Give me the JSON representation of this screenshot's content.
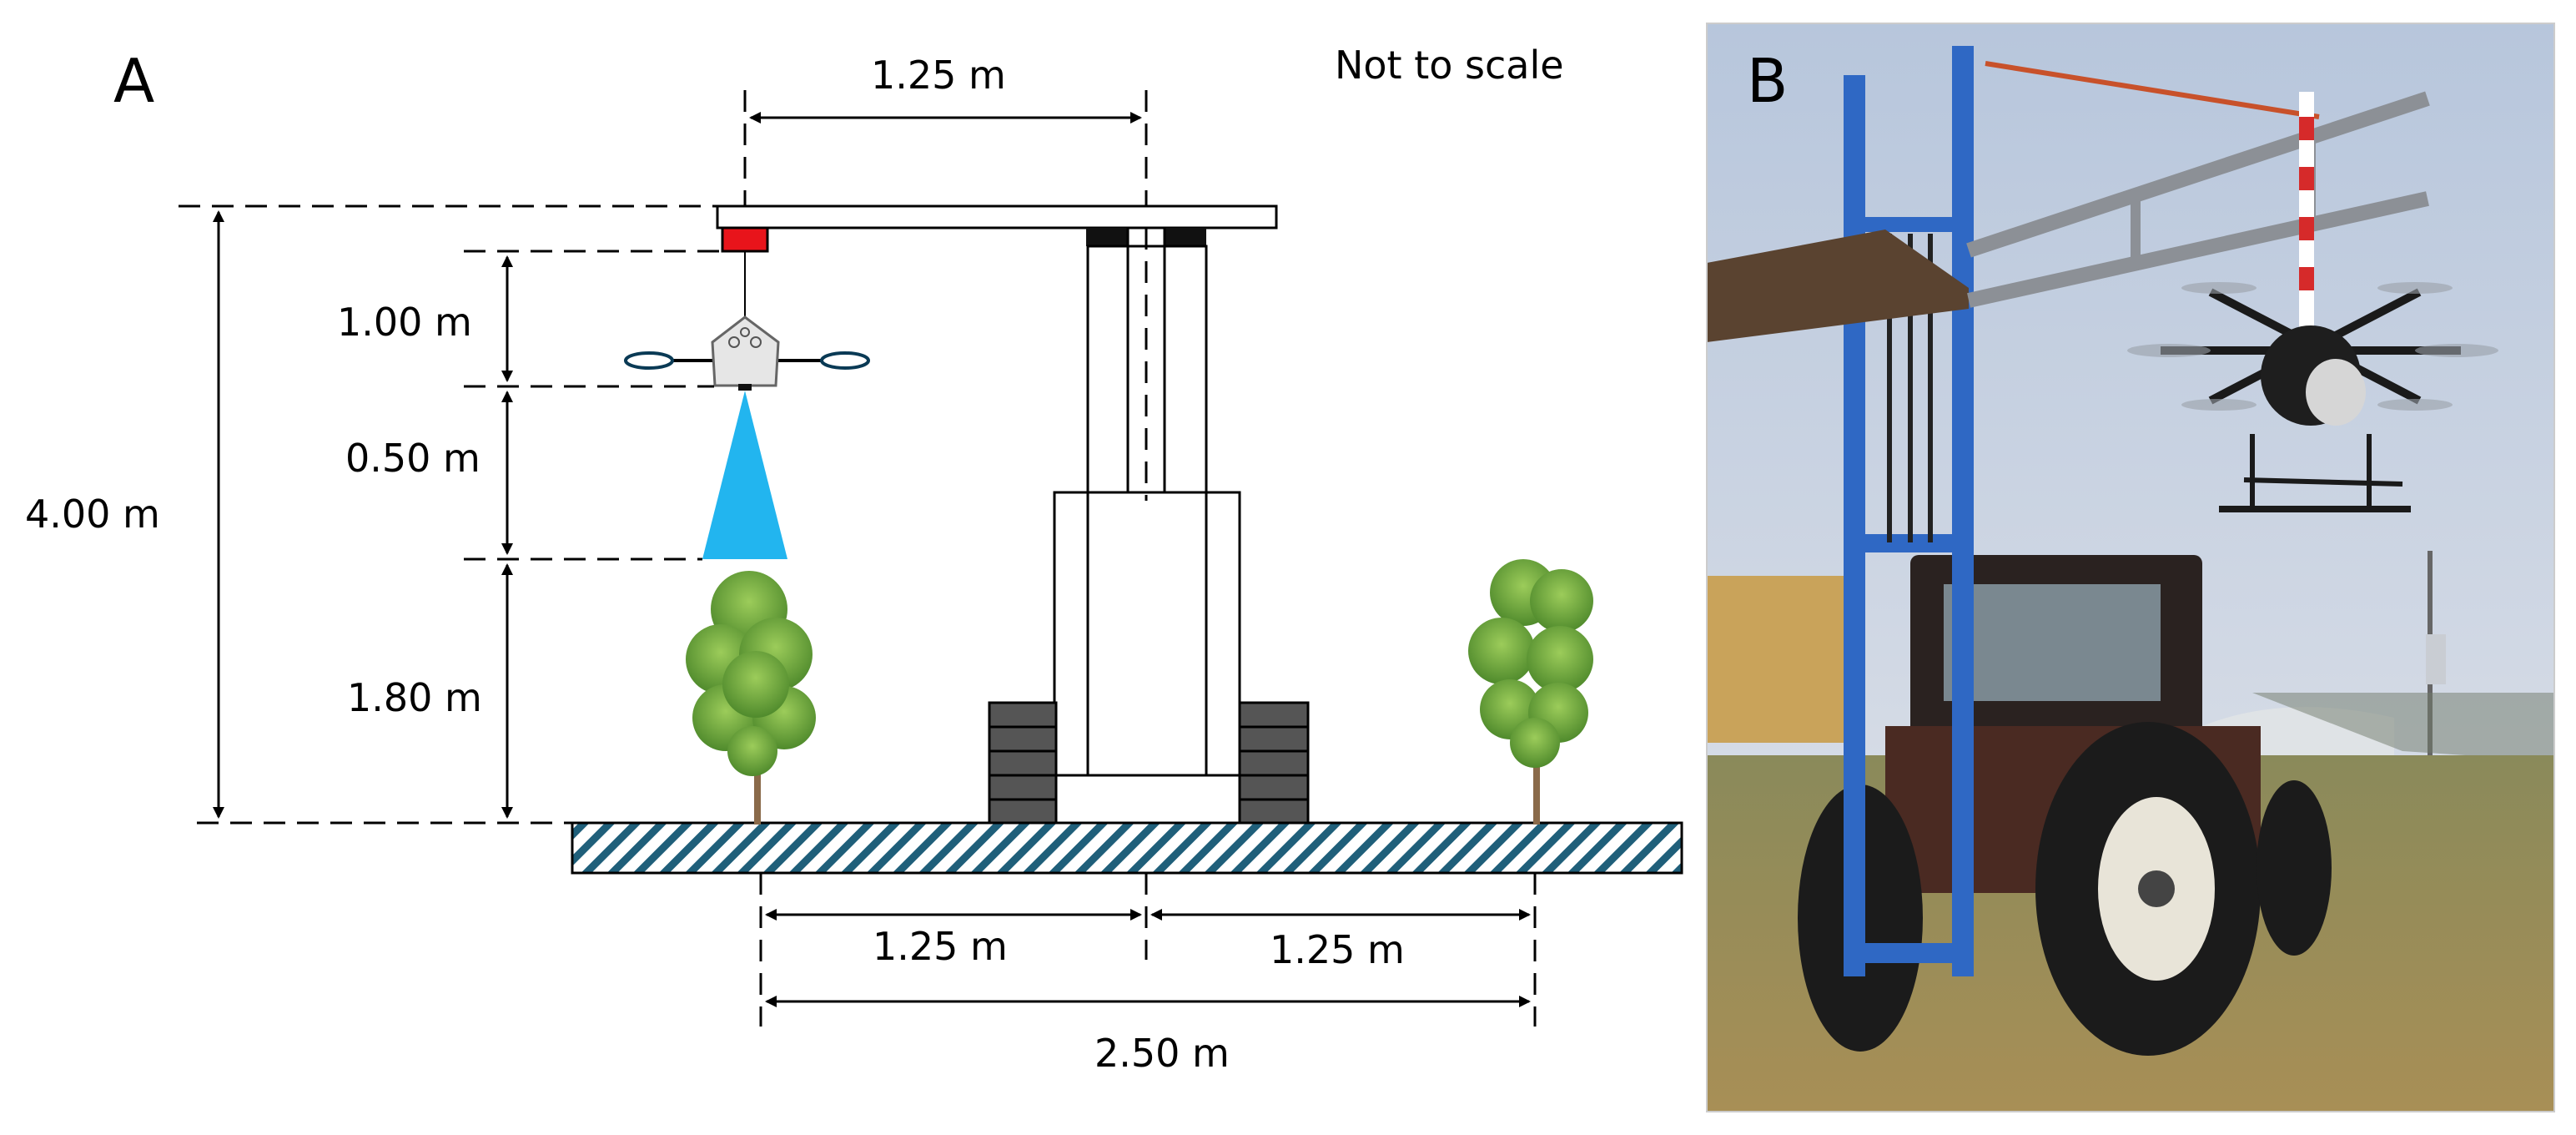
{
  "panel_a": {
    "label": "A",
    "note": "Not to scale",
    "dimensions": {
      "top_span": "1.25 m",
      "total_height": "4.00 m",
      "drone_drop": "1.00 m",
      "spray_gap": "0.50 m",
      "canopy_height": "1.80 m",
      "left_half": "1.25 m",
      "right_half": "1.25 m",
      "row_spacing": "2.50 m"
    },
    "colors": {
      "spray": "#22b5ef",
      "mount": "#e8141b",
      "hatch": "#1f5f7a",
      "track": "#555555",
      "foliage": "#6ea83d"
    }
  },
  "panel_b": {
    "label": "B",
    "photo": "photo: tractor with blue lifting mast holding a hexacopter spray drone over a grass field",
    "colors": {
      "sky": "#cfd8e4",
      "mast": "#2f68c4",
      "tractor": "#4a2a22",
      "grass": "#9a8a55"
    }
  }
}
